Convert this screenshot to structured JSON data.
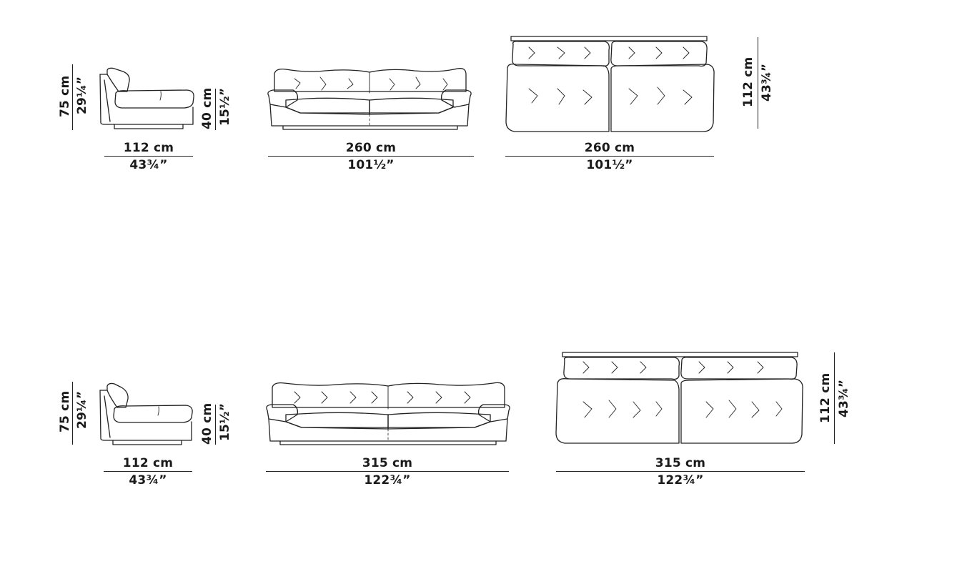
{
  "rows": [
    {
      "id": "sofa-260",
      "side": {
        "height_cm": "75 cm",
        "height_in": "29¼”",
        "seat_cm": "40 cm",
        "seat_in": "15½”",
        "depth_cm": "112 cm",
        "depth_in": "43¾”"
      },
      "front": {
        "width_cm": "260 cm",
        "width_in": "101½”"
      },
      "top": {
        "width_cm": "260 cm",
        "width_in": "101½”",
        "depth_cm": "112 cm",
        "depth_in": "43¾”"
      }
    },
    {
      "id": "sofa-315",
      "side": {
        "height_cm": "75 cm",
        "height_in": "29¼”",
        "seat_cm": "40 cm",
        "seat_in": "15½”",
        "depth_cm": "112 cm",
        "depth_in": "43¾”"
      },
      "front": {
        "width_cm": "315 cm",
        "width_in": "122¾”"
      },
      "top": {
        "width_cm": "315 cm",
        "width_in": "122¾”",
        "depth_cm": "112 cm",
        "depth_in": "43¾”"
      }
    }
  ]
}
